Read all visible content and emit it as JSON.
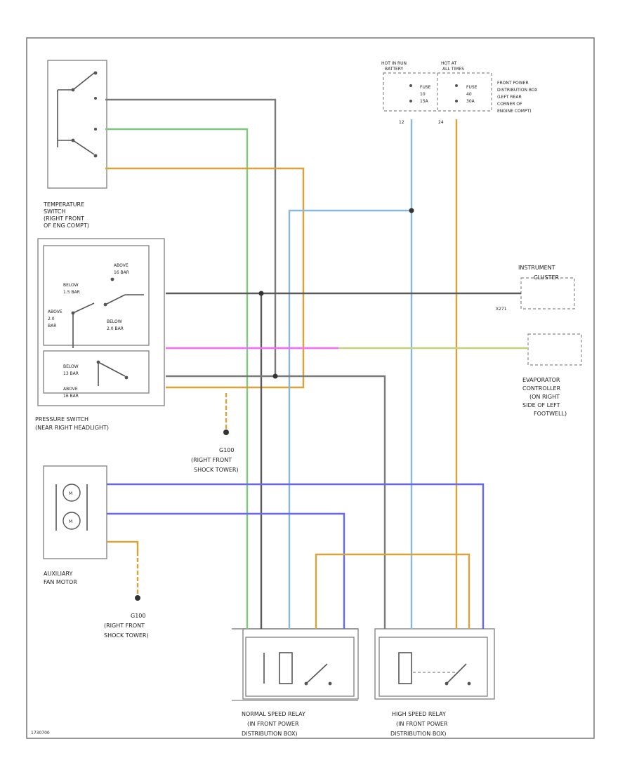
{
  "colors": {
    "gray": "#7a7a7a",
    "green": "#7dc87a",
    "orange": "#d8a43a",
    "lightblue": "#8ab8dc",
    "pink": "#ff66ff",
    "yellowgreen": "#c6cf7a",
    "blue": "#6666ff",
    "darkgray": "#5a5a5a"
  },
  "labels": {
    "hot_run": "HOT IN RUN",
    "hot_at_all": "HOT AT",
    "fuse1": "FUSE",
    "fuse2": "FUSE",
    "fpdb": [
      "FRONT POWER",
      "DISTRIBUTION BOX",
      "(LEFT REAR",
      "CORNER OF",
      "ENGINE COMPT)"
    ],
    "temp_switch": [
      "TEMPERATURE",
      "SWITCH",
      "(RIGHT FRONT",
      "OF ENG COMPT)"
    ],
    "pressure_switch": [
      "PRESSURE SWITCH",
      "(NEAR RIGHT HEADLIGHT)"
    ],
    "below1": [
      "BELOW",
      "1.5 BAR"
    ],
    "above1": [
      "ABOVE",
      "16 BAR"
    ],
    "above2": [
      "ABOVE",
      "2.0",
      "BAR"
    ],
    "below2": [
      "BELOW",
      "2.0 BAR"
    ],
    "below3": [
      "BELOW",
      "13 BAR"
    ],
    "above3": [
      "ABOVE",
      "16 BAR"
    ],
    "instrument": [
      "INSTRUMENT",
      "CLUSTER"
    ],
    "evaporator": [
      "EVAPORATOR",
      "CONTROLLER",
      "(ON RIGHT",
      "SIDE OF LEFT",
      "FOOTWELL)"
    ],
    "ground1": [
      "G100",
      "(RIGHT FRONT",
      "SHOCK TOWER)"
    ],
    "aux_fan": [
      "AUXILIARY",
      "FAN MOTOR"
    ],
    "ground2": [
      "G100",
      "(RIGHT FRONT",
      "SHOCK TOWER)"
    ],
    "normal_relay": [
      "NORMAL SPEED RELAY",
      "(IN FRONT POWER",
      "DISTRIBUTION BOX)"
    ],
    "high_relay": [
      "HIGH SPEED RELAY",
      "(IN FRONT POWER",
      "DISTRIBUTION BOX)"
    ],
    "motor_m1": "M",
    "motor_m2": "M",
    "num12": "12",
    "num24": "24",
    "footer": "1730700"
  }
}
